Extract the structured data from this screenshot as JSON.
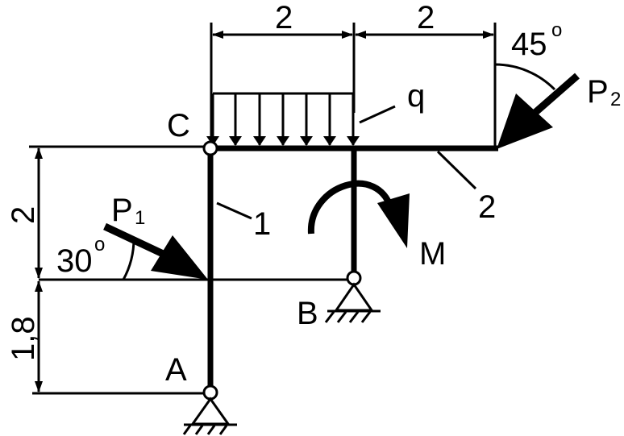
{
  "dimensions": {
    "top_left": "2",
    "top_right": "2",
    "left_upper": "2",
    "left_lower": "1,8"
  },
  "points": {
    "A": "A",
    "B": "B",
    "C": "C"
  },
  "loads": {
    "p1_main": "P",
    "p1_sub": "1",
    "p2_main": "P",
    "p2_sub": "2",
    "q": "q",
    "M": "M"
  },
  "angles": {
    "p1_angle": "30",
    "p1_deg": "o",
    "p2_angle": "45",
    "p2_deg": "o"
  },
  "members": {
    "member_1": "1",
    "member_2": "2"
  }
}
